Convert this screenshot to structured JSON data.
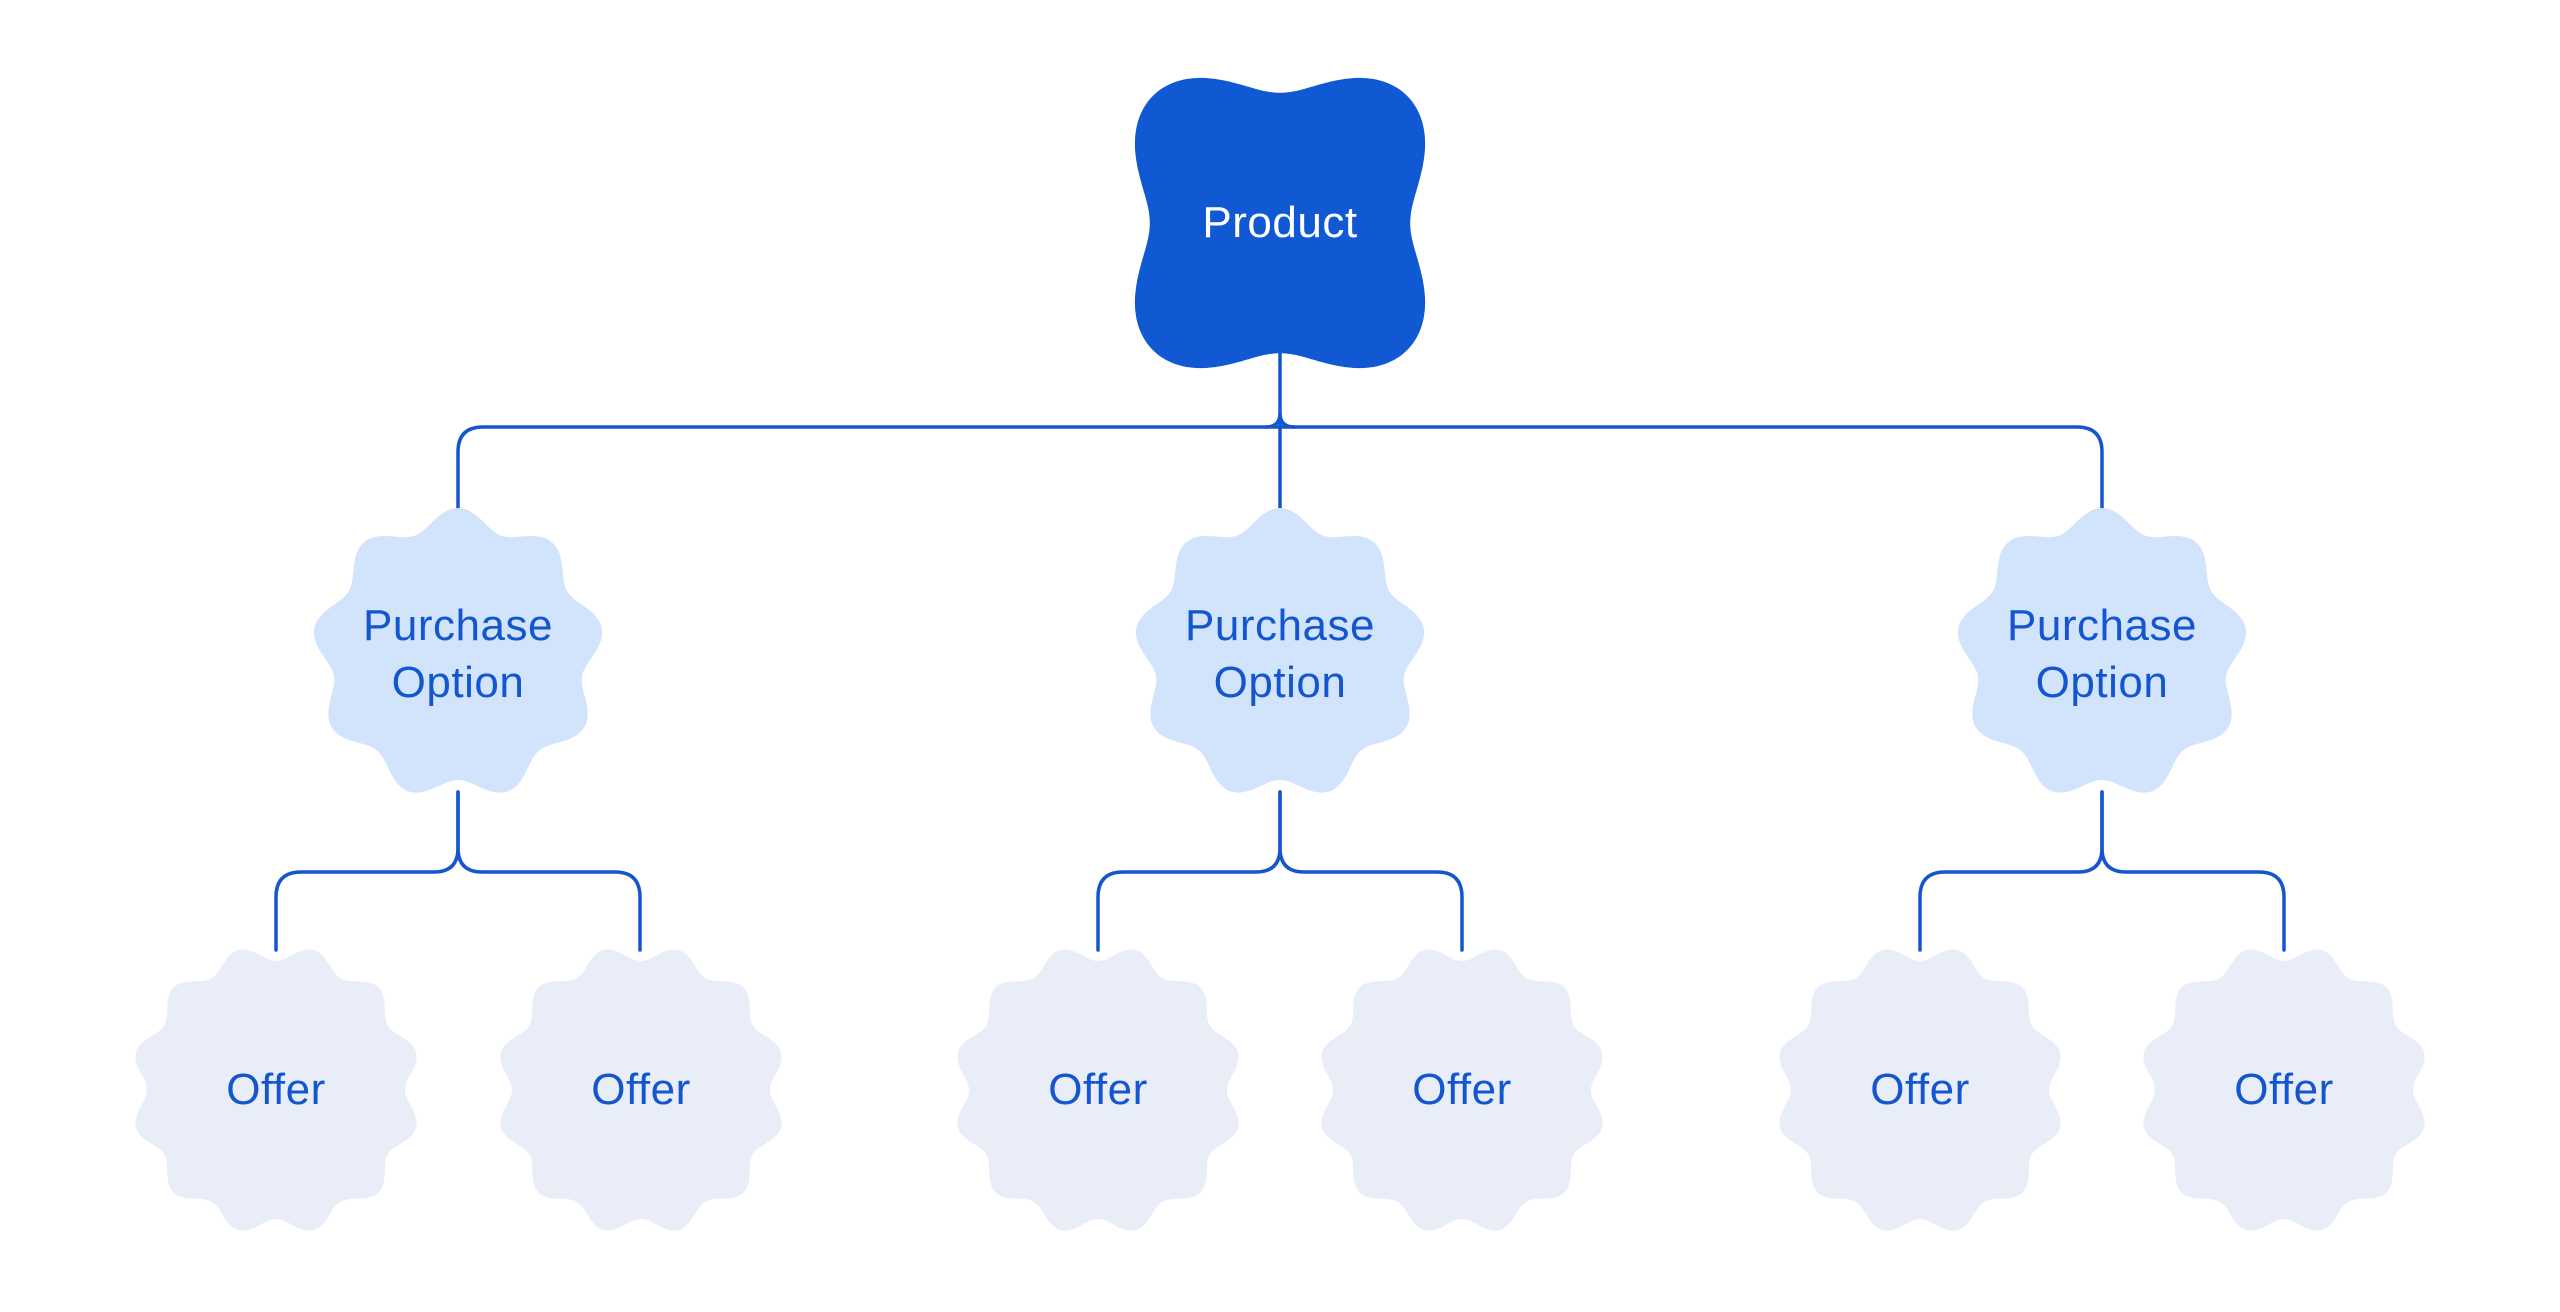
{
  "diagram": {
    "root": {
      "label": "Product"
    },
    "purchase_options": [
      {
        "label": "Purchase Option",
        "offers": [
          {
            "label": "Offer"
          },
          {
            "label": "Offer"
          }
        ]
      },
      {
        "label": "Purchase Option",
        "offers": [
          {
            "label": "Offer"
          },
          {
            "label": "Offer"
          }
        ]
      },
      {
        "label": "Purchase Option",
        "offers": [
          {
            "label": "Offer"
          },
          {
            "label": "Offer"
          }
        ]
      }
    ],
    "colors": {
      "background": "#ffffff",
      "product_fill": "#1158d3",
      "product_text": "#ffffff",
      "option_fill": "#d2e3fc",
      "offer_fill": "#e8edf7",
      "accent_text": "#1356d0",
      "connector": "#1356d0"
    }
  }
}
